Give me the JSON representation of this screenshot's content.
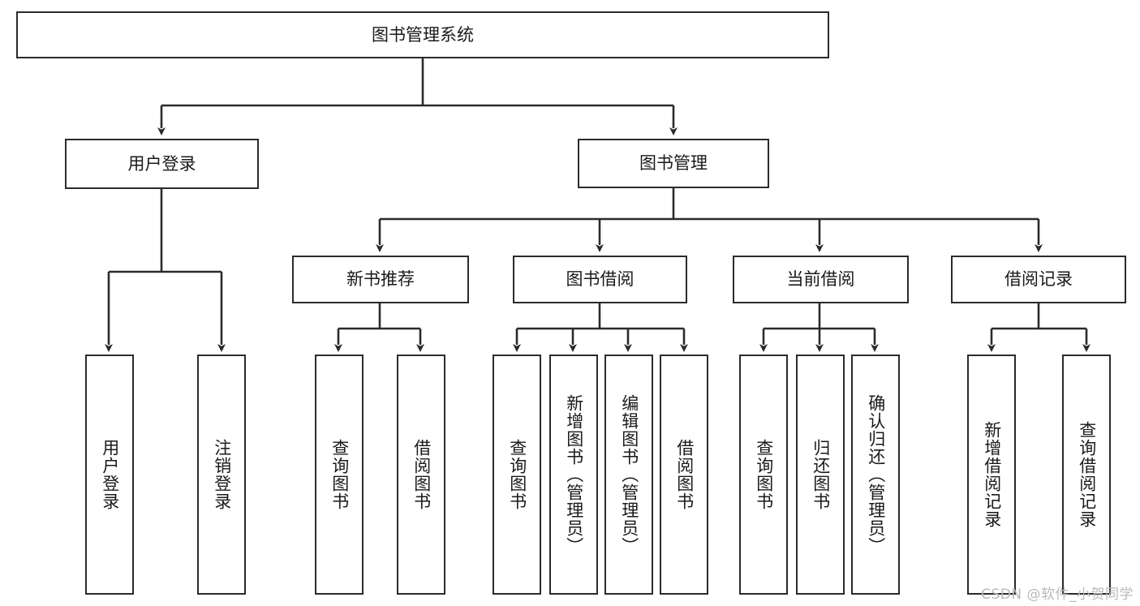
{
  "diagram": {
    "type": "hierarchy-tree",
    "title": "图书管理系统",
    "watermark": "CSDN @软件_小贺同学",
    "colors": {
      "box_stroke": "#2b2b2b",
      "box_fill": "#ffffff",
      "edge": "#2b2b2b",
      "text": "#1a1a1a",
      "watermark": "#b9b9b9"
    },
    "nodes": {
      "root": {
        "label": "图书管理系统"
      },
      "level2": [
        {
          "id": "user_login",
          "label": "用户登录"
        },
        {
          "id": "book_manage",
          "label": "图书管理"
        }
      ],
      "level3": [
        {
          "id": "new_book_rec",
          "label": "新书推荐"
        },
        {
          "id": "book_borrow",
          "label": "图书借阅"
        },
        {
          "id": "current_borrow",
          "label": "当前借阅"
        },
        {
          "id": "borrow_record",
          "label": "借阅记录"
        }
      ],
      "leaves": {
        "user_login": [
          {
            "id": "leaf_user_login",
            "label": "用户登录"
          },
          {
            "id": "leaf_logout",
            "label": "注销登录"
          }
        ],
        "new_book_rec": [
          {
            "id": "leaf_query_book_1",
            "label": "查询图书"
          },
          {
            "id": "leaf_borrow_book_1",
            "label": "借阅图书"
          }
        ],
        "book_borrow": [
          {
            "id": "leaf_query_book_2",
            "label": "查询图书"
          },
          {
            "id": "leaf_add_book",
            "label": "新增图书（管理员）"
          },
          {
            "id": "leaf_edit_book",
            "label": "编辑图书（管理员）"
          },
          {
            "id": "leaf_borrow_book_2",
            "label": "借阅图书"
          }
        ],
        "current_borrow": [
          {
            "id": "leaf_query_book_3",
            "label": "查询图书"
          },
          {
            "id": "leaf_return_book",
            "label": "归还图书"
          },
          {
            "id": "leaf_confirm_return",
            "label": "确认归还（管理员）"
          }
        ],
        "borrow_record": [
          {
            "id": "leaf_add_record",
            "label": "新增借阅记录"
          },
          {
            "id": "leaf_query_record",
            "label": "查询借阅记录"
          }
        ]
      }
    }
  }
}
